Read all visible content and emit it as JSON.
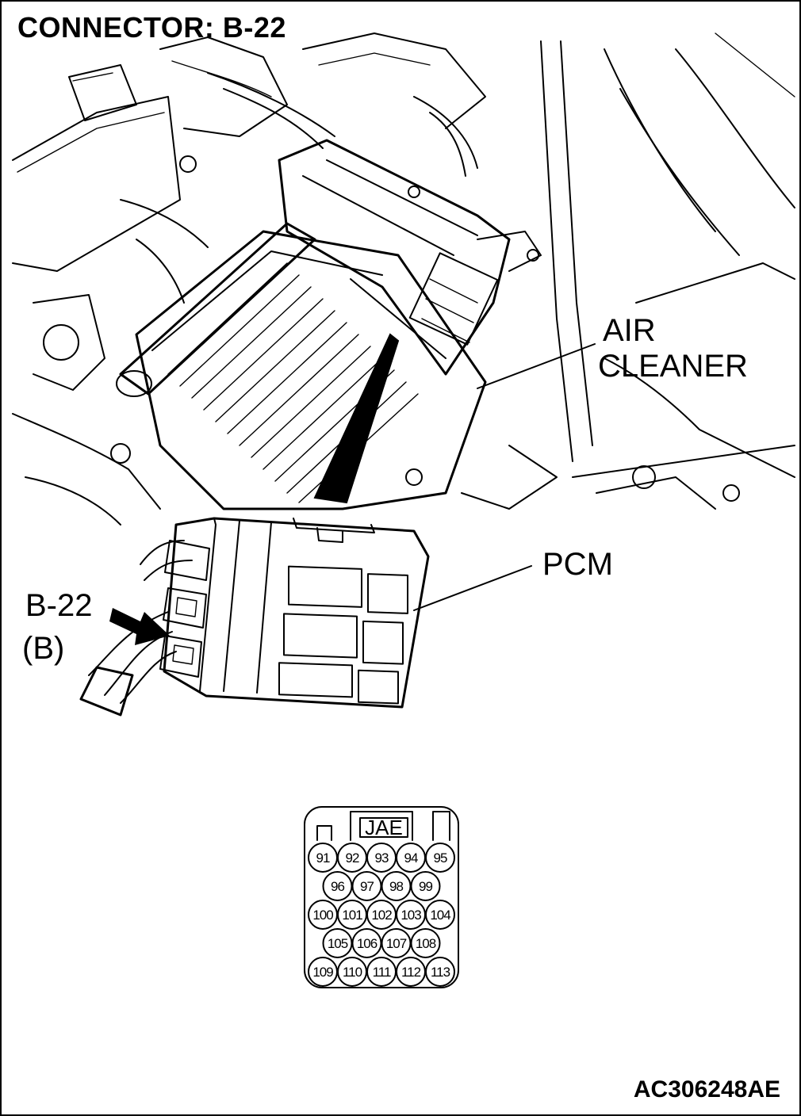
{
  "header": {
    "title": "CONNECTOR: B-22"
  },
  "labels": {
    "air_cleaner_line1": "AIR",
    "air_cleaner_line2": "CLEANER",
    "pcm": "PCM",
    "connector_id": "B-22",
    "connector_color": "(B)"
  },
  "connector_face": {
    "maker": "JAE",
    "pin_rows": [
      [
        "91",
        "92",
        "93",
        "94",
        "95"
      ],
      [
        "96",
        "97",
        "98",
        "99"
      ],
      [
        "100",
        "101",
        "102",
        "103",
        "104"
      ],
      [
        "105",
        "106",
        "107",
        "108"
      ],
      [
        "109",
        "110",
        "111",
        "112",
        "113"
      ]
    ]
  },
  "footer": {
    "figure_id": "AC306248AE"
  }
}
